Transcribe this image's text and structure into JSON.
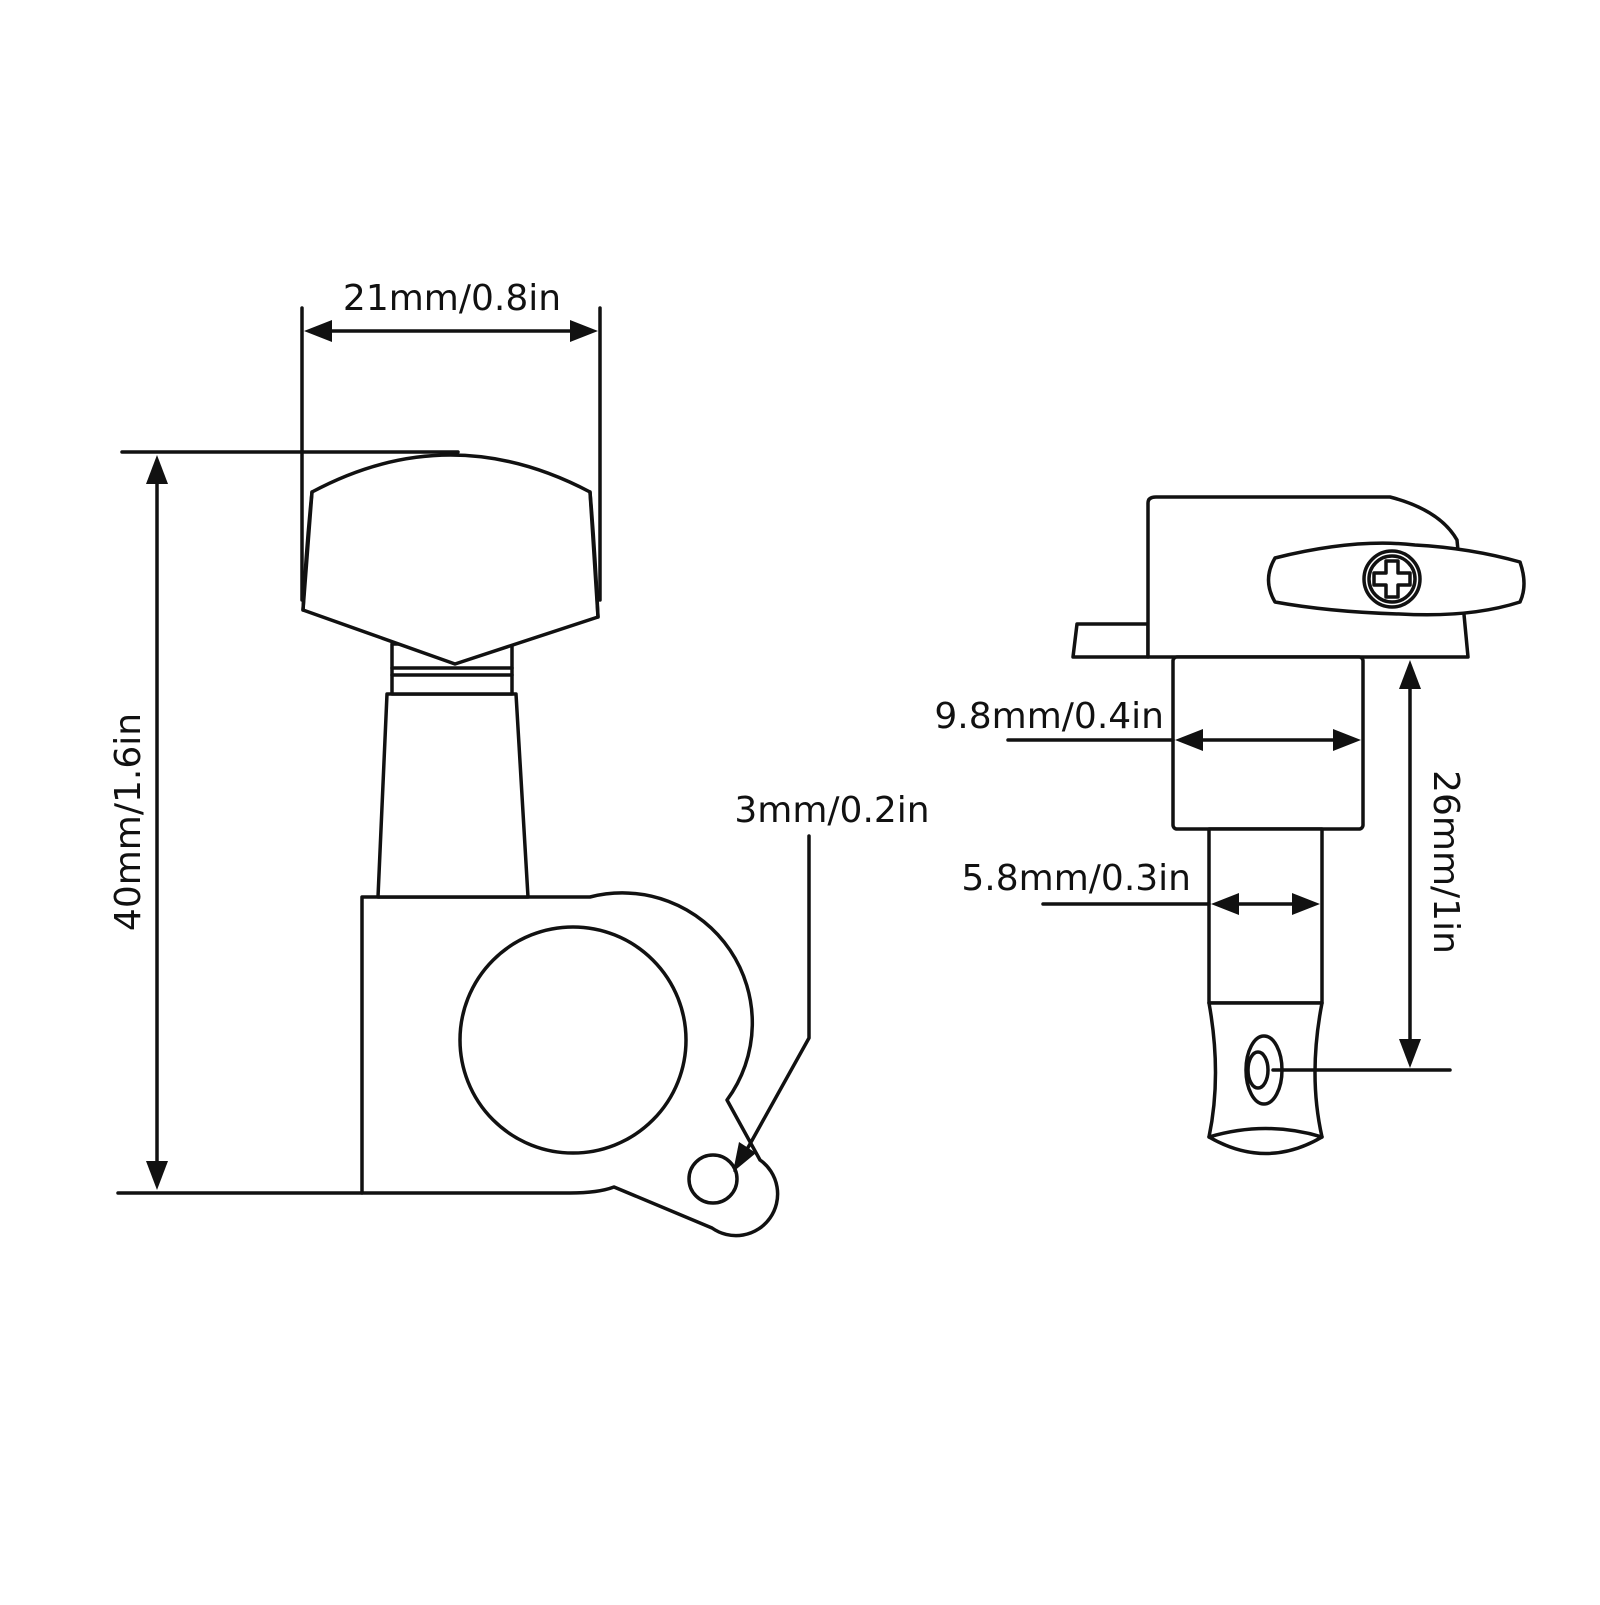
{
  "dimensions": {
    "button_width": "21mm/0.8in",
    "total_height": "40mm/1.6in",
    "screw_hole": "3mm/0.2in",
    "bushing_diameter": "9.8mm/0.4in",
    "post_diameter": "5.8mm/0.3in",
    "post_height": "26mm/1in"
  },
  "colors": {
    "line": "#111111",
    "background": "#ffffff"
  }
}
